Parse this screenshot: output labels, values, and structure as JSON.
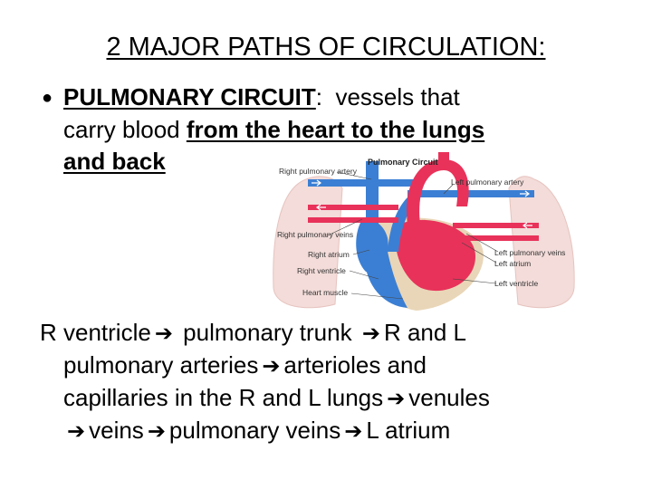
{
  "slide": {
    "title": "2 MAJOR PATHS OF CIRCULATION:"
  },
  "bullet": {
    "marker": "●",
    "term": "PULMONARY CIRCUIT",
    "colon": ":",
    "text_part1": "  vessels that",
    "text_part2": "carry blood ",
    "emph_part1": "from the heart to the lungs",
    "emph_part2": "and back"
  },
  "diagram": {
    "title": "Pulmonary Circuit",
    "labels": {
      "right_pulmonary_artery": "Right pulmonary artery",
      "left_pulmonary_artery": "Left pulmonary artery",
      "right_pulmonary_veins": "Right pulmonary veins",
      "right_atrium": "Right atrium",
      "right_ventricle": "Right ventricle",
      "heart_muscle": "Heart muscle",
      "left_pulmonary_veins": "Left pulmonary veins",
      "left_atrium": "Left atrium",
      "left_ventricle": "Left ventricle"
    },
    "colors": {
      "oxygenated": "#e8325a",
      "deoxygenated": "#3b7fd4",
      "lung": "#f3dcd9",
      "muscle": "#e9d6b8"
    }
  },
  "pathway": {
    "arrow_glyph": "➔",
    "steps": [
      "R ventricle",
      "pulmonary trunk",
      "R and L pulmonary arteries",
      "arterioles and capillaries in the R and L lungs",
      "venules",
      "veins",
      "pulmonary veins",
      "L atrium"
    ],
    "line1": {
      "a": "R ventricle",
      "b": "pulmonary trunk",
      "c": "R and L"
    },
    "line2": {
      "a": "pulmonary arteries",
      "b": "arterioles and"
    },
    "line3": {
      "a": "capillaries in the R and L lungs",
      "b": "venules"
    },
    "line4": {
      "a": "veins",
      "b": "pulmonary veins",
      "c": "L atrium"
    }
  }
}
